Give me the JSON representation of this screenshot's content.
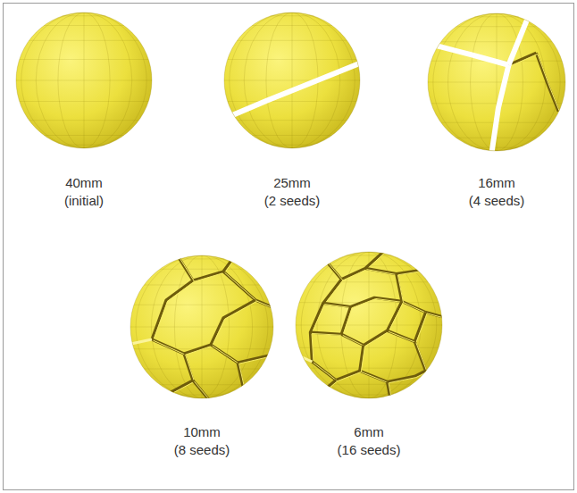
{
  "diagram": {
    "labels": [
      "40mm",
      "(initial)",
      "25mm",
      "(2 seeds)",
      "16mm",
      "(4 seeds)",
      "10mm",
      "(8 seeds)",
      "6mm",
      "(16 seeds)"
    ]
  }
}
